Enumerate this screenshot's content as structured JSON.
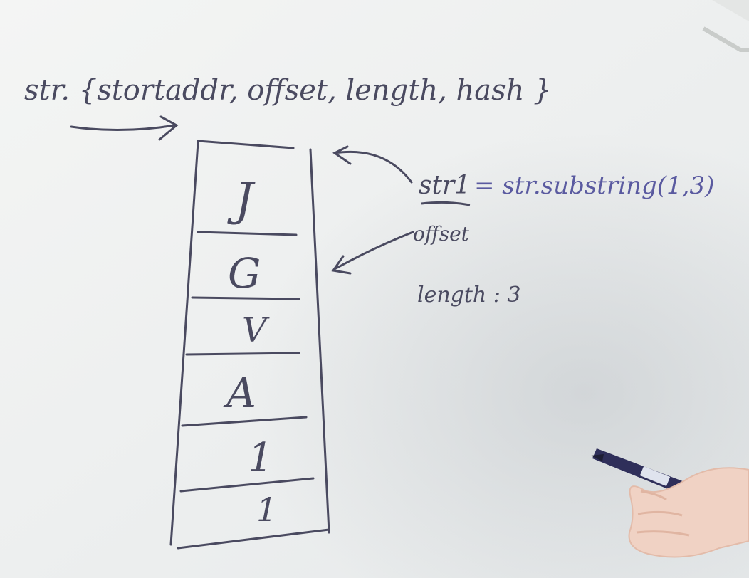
{
  "board": {
    "header_text": "str. {stortaddr, offset, length, hash }",
    "cells": [
      {
        "letter": "J"
      },
      {
        "letter": "G"
      },
      {
        "letter": "V"
      },
      {
        "letter": "A"
      },
      {
        "letter": "1"
      },
      {
        "letter": "1"
      }
    ],
    "note_lhs": "str1",
    "note_rhs": "= str.substring(1,3)",
    "note_offset": "offset",
    "note_length": "length : 3"
  },
  "colors": {
    "board": "#f1f2f1",
    "frame": "#c9ccca",
    "ink_dark": "#4a4a60",
    "ink_blue": "#5a5aa0",
    "shadow": "#cfd3d6",
    "skin": "#f0d2c4",
    "marker_body": "#2f2f5a"
  },
  "icons": {
    "hand": "hand-holding-marker",
    "marker": "marker-icon"
  }
}
